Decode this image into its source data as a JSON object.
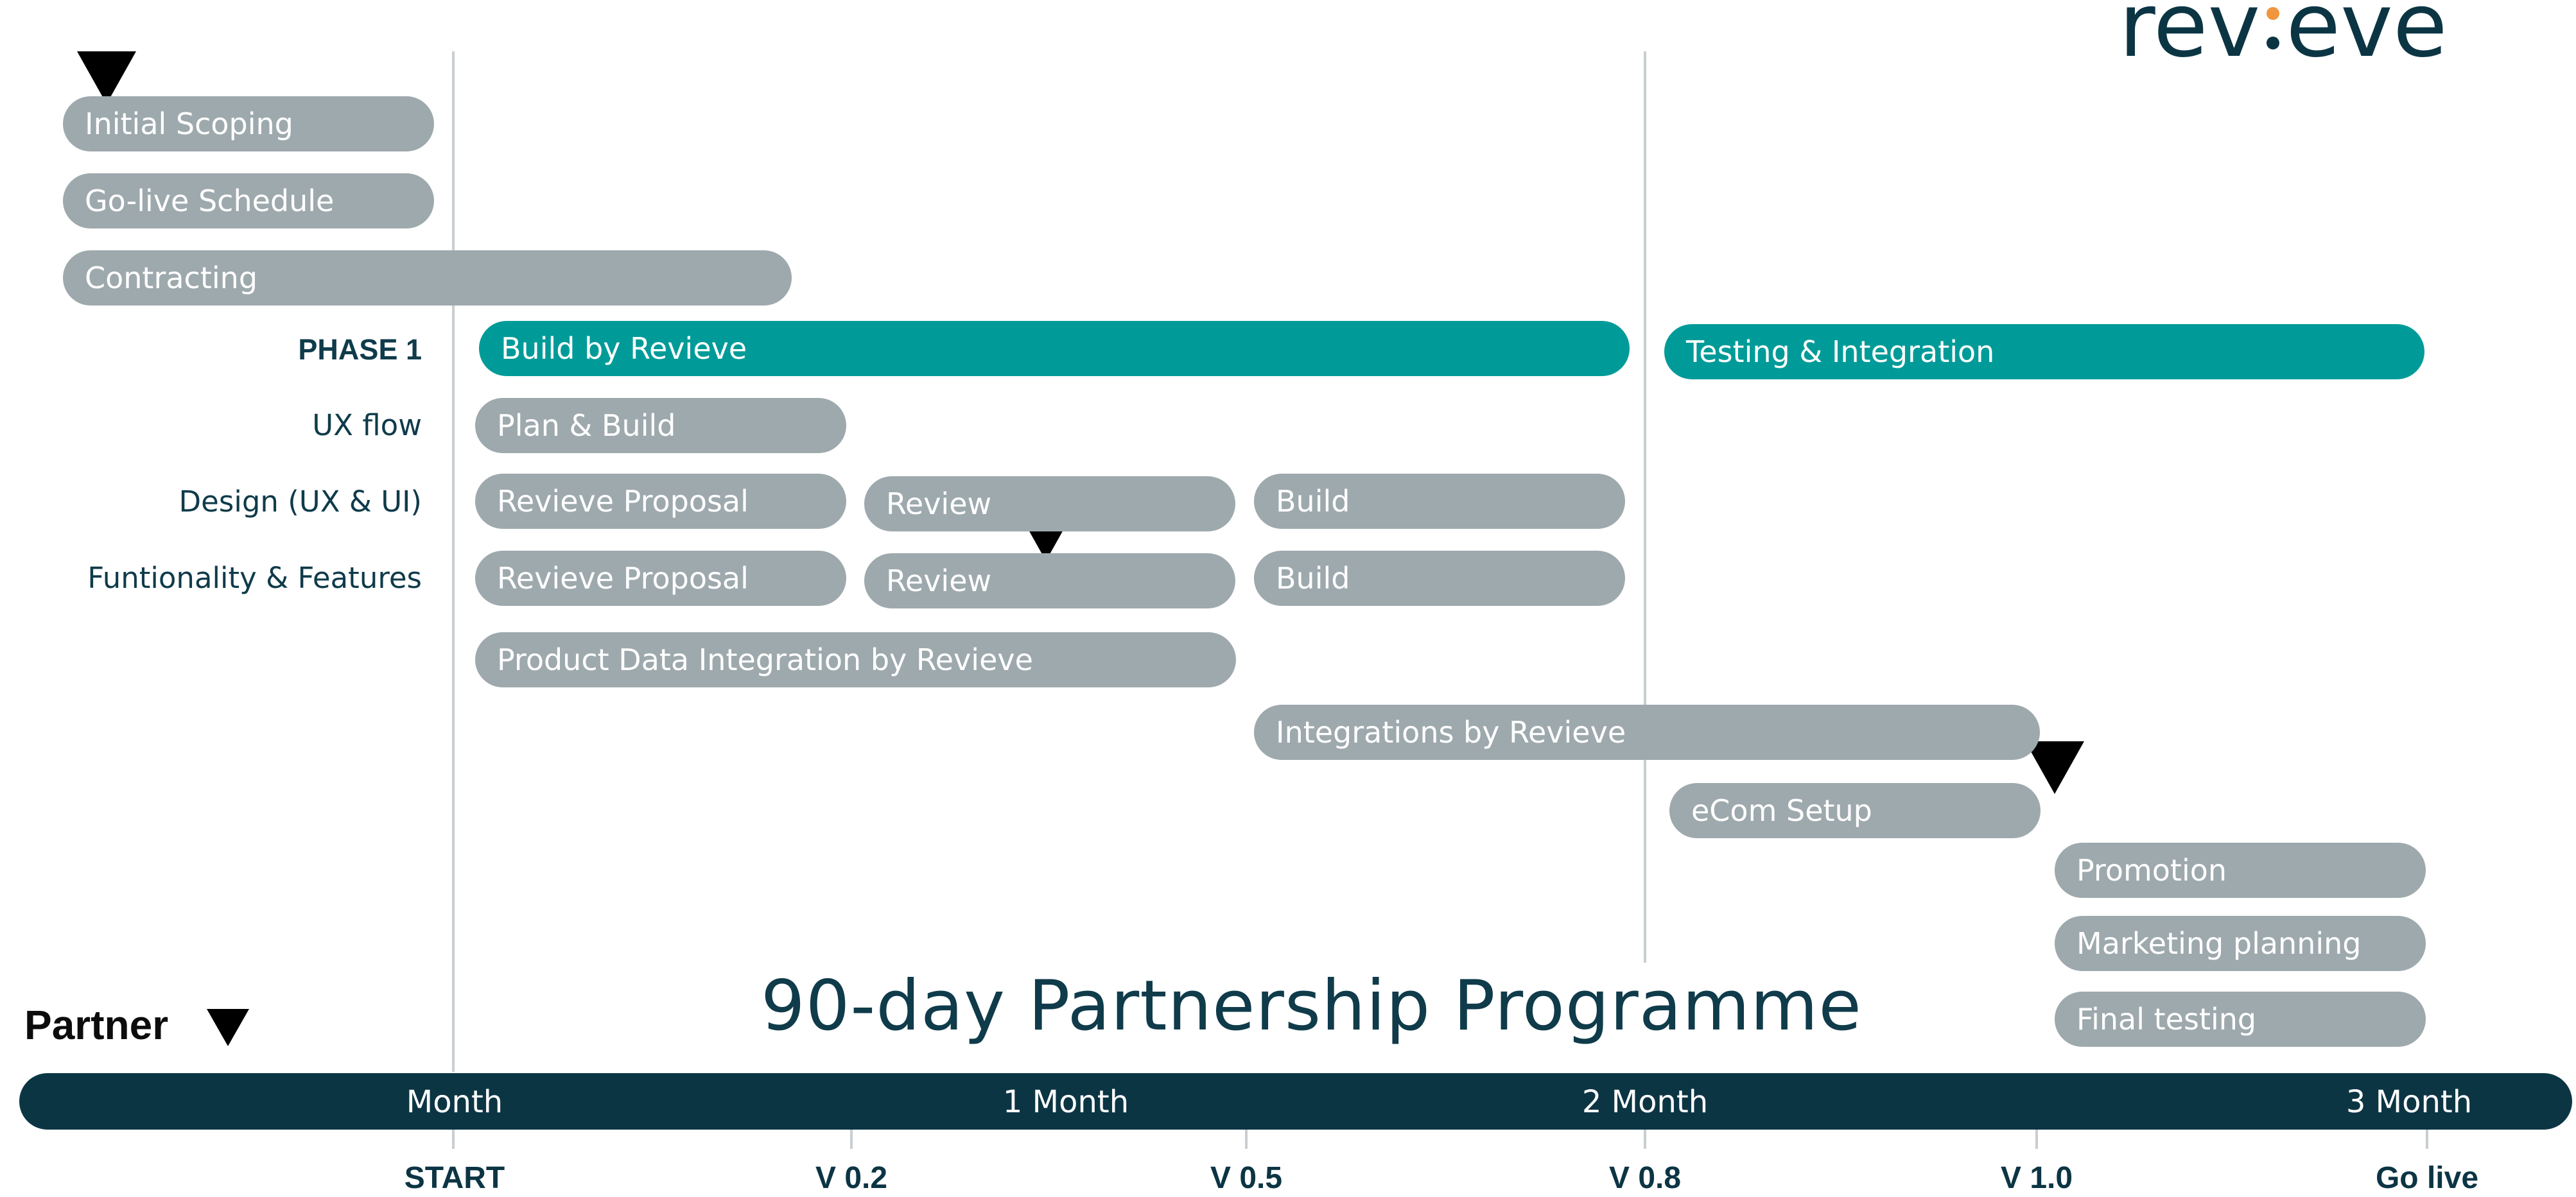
{
  "logo": {
    "text_left": "rev",
    "text_right": "eve",
    "accent_color": "#f0953d",
    "brand_color": "#0c3544"
  },
  "title": "90-day Partnership Programme",
  "partner_label": "Partner",
  "row_labels": {
    "phase1": "PHASE 1",
    "ux_flow": "UX flow",
    "design": "Design (UX & UI)",
    "functionality": "Funtionality & Features"
  },
  "bars": {
    "initial_scoping": "Initial Scoping",
    "golive_schedule": "Go-live Schedule",
    "contracting": "Contracting",
    "build_by_revieve": "Build by Revieve",
    "testing_integration": "Testing & Integration",
    "plan_build": "Plan & Build",
    "design_proposal": "Revieve Proposal",
    "design_review": "Review",
    "design_build": "Build",
    "func_proposal": "Revieve Proposal",
    "func_review": "Review",
    "func_build": "Build",
    "product_data": "Product Data Integration by Revieve",
    "integrations": "Integrations by Revieve",
    "ecom_setup": "eCom Setup",
    "promotion": "Promotion",
    "marketing_planning": "Marketing planning",
    "final_testing": "Final testing"
  },
  "timeline": {
    "months": [
      "Month",
      "1 Month",
      "2 Month",
      "3 Month"
    ],
    "milestones": [
      "START",
      "V 0.2",
      "V 0.5",
      "V 0.8",
      "V 1.0",
      "Go live"
    ]
  },
  "colors": {
    "teal": "#009b98",
    "grey_bar": "#9ea9ad",
    "dark": "#0c3544",
    "marker": "#000000"
  },
  "marker_icon": "down-triangle"
}
